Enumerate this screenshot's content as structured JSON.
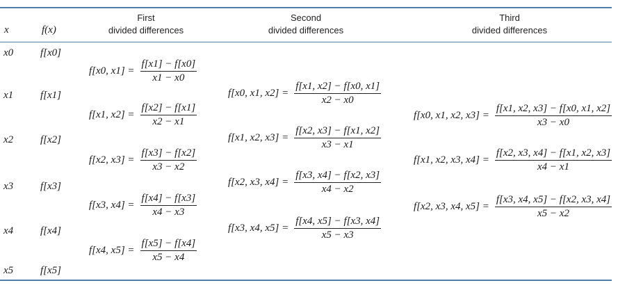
{
  "headers": {
    "x": "x",
    "fx": "f(x)",
    "first_line1": "First",
    "first_line2": "divided differences",
    "second_line1": "Second",
    "second_line2": "divided differences",
    "third_line1": "Third",
    "third_line2": "divided differences"
  },
  "x_values": [
    "x0",
    "x1",
    "x2",
    "x3",
    "x4",
    "x5"
  ],
  "f_values": [
    "f[x0]",
    "f[x1]",
    "f[x2]",
    "f[x3]",
    "f[x4]",
    "f[x5]"
  ],
  "first": [
    {
      "lhs": "f[x0, x1] =",
      "num": "f[x1] − f[x0]",
      "den": "x1 − x0"
    },
    {
      "lhs": "f[x1, x2] =",
      "num": "f[x2] − f[x1]",
      "den": "x2 − x1"
    },
    {
      "lhs": "f[x2, x3] =",
      "num": "f[x3] − f[x2]",
      "den": "x3 − x2"
    },
    {
      "lhs": "f[x3, x4] =",
      "num": "f[x4] − f[x3]",
      "den": "x4 − x3"
    },
    {
      "lhs": "f[x4, x5] =",
      "num": "f[x5] − f[x4]",
      "den": "x5 − x4"
    }
  ],
  "second": [
    {
      "lhs": "f[x0, x1, x2] =",
      "num": "f[x1, x2] − f[x0, x1]",
      "den": "x2 − x0"
    },
    {
      "lhs": "f[x1, x2, x3] =",
      "num": "f[x2, x3] − f[x1, x2]",
      "den": "x3 − x1"
    },
    {
      "lhs": "f[x2, x3, x4] =",
      "num": "f[x3, x4] − f[x2, x3]",
      "den": "x4 − x2"
    },
    {
      "lhs": "f[x3, x4, x5] =",
      "num": "f[x4, x5] − f[x3, x4]",
      "den": "x5 − x3"
    }
  ],
  "third": [
    {
      "lhs": "f[x0, x1, x2, x3] =",
      "num": "f[x1, x2, x3] − f[x0, x1, x2]",
      "den": "x3 − x0"
    },
    {
      "lhs": "f[x1, x2, x3, x4] =",
      "num": "f[x2, x3, x4] − f[x1, x2, x3]",
      "den": "x4 − x1"
    },
    {
      "lhs": "f[x2, x3, x4, x5] =",
      "num": "f[x3, x4, x5] − f[x2, x3, x4]",
      "den": "x5 − x2"
    }
  ]
}
